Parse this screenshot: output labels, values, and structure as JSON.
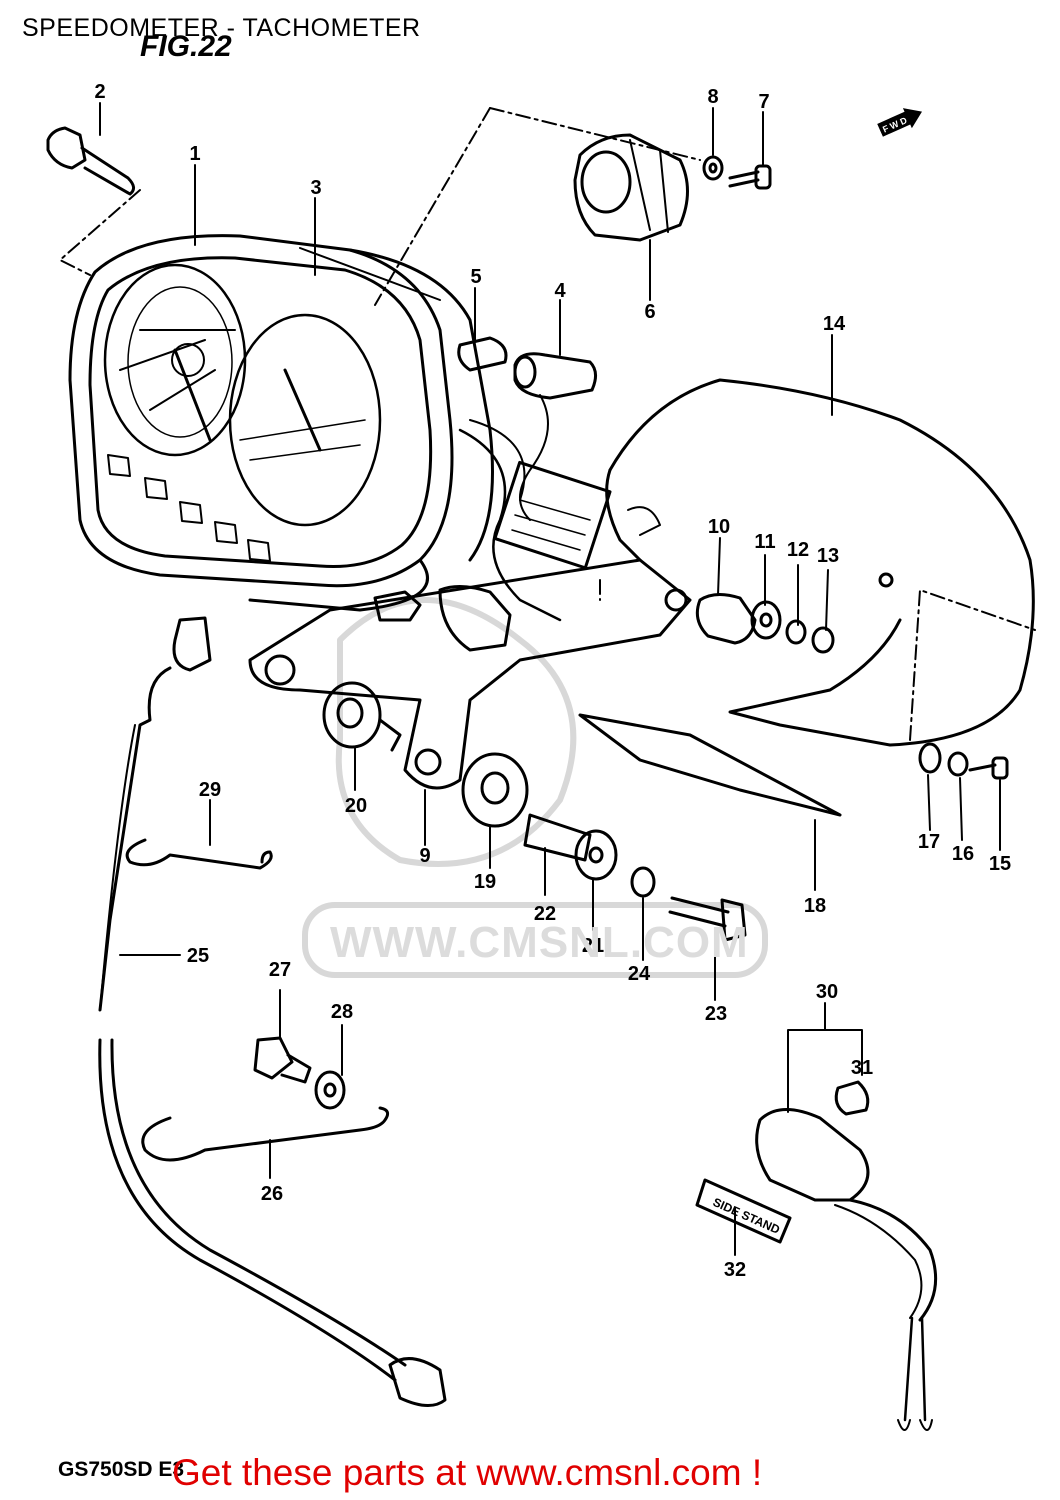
{
  "header": {
    "title": "SPEEDOMETER - TACHOMETER",
    "figure": "FIG.22"
  },
  "diagram": {
    "model_ref": "GS750SD E3",
    "watermark": "WWW.CMSNL.COM",
    "forward_arrow_label": "F W D",
    "side_stand_label": "SIDE STAND",
    "parts": [
      {
        "number": "1"
      },
      {
        "number": "2"
      },
      {
        "number": "3"
      },
      {
        "number": "4"
      },
      {
        "number": "5"
      },
      {
        "number": "6"
      },
      {
        "number": "7"
      },
      {
        "number": "8"
      },
      {
        "number": "9"
      },
      {
        "number": "10"
      },
      {
        "number": "11"
      },
      {
        "number": "12"
      },
      {
        "number": "13"
      },
      {
        "number": "14"
      },
      {
        "number": "15"
      },
      {
        "number": "16"
      },
      {
        "number": "17"
      },
      {
        "number": "18"
      },
      {
        "number": "19"
      },
      {
        "number": "20"
      },
      {
        "number": "21"
      },
      {
        "number": "22"
      },
      {
        "number": "23"
      },
      {
        "number": "24"
      },
      {
        "number": "25"
      },
      {
        "number": "26"
      },
      {
        "number": "27"
      },
      {
        "number": "28"
      },
      {
        "number": "29"
      },
      {
        "number": "30"
      },
      {
        "number": "31"
      },
      {
        "number": "32"
      }
    ]
  },
  "footer": {
    "cta": "Get these parts at www.cmsnl.com !",
    "cta_color": "#e00000"
  }
}
